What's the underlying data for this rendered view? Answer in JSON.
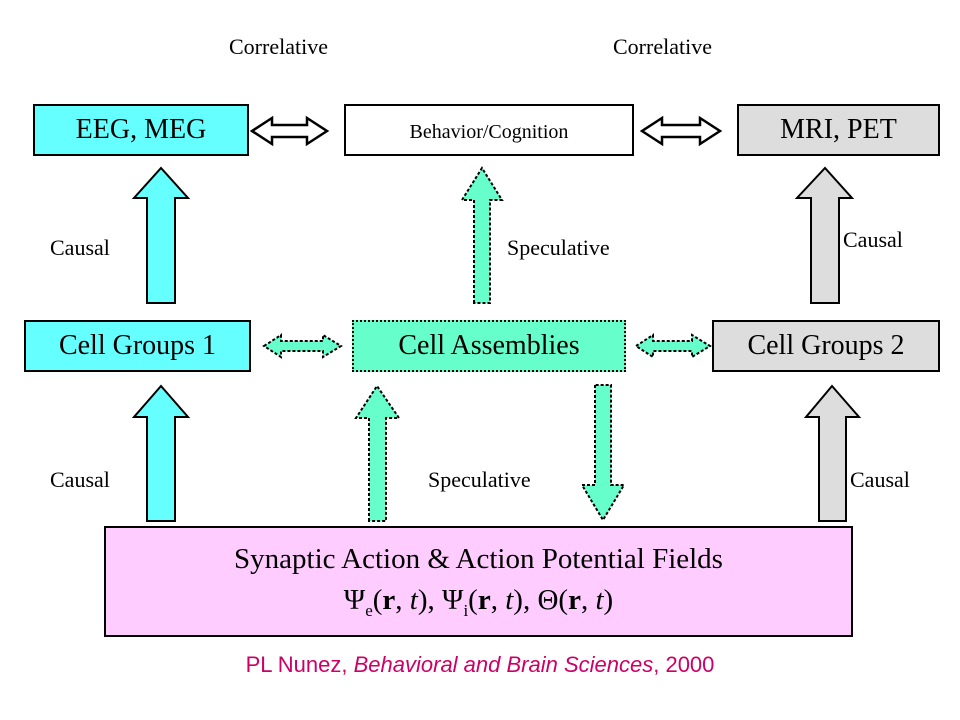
{
  "labels": {
    "correlative_left": "Correlative",
    "correlative_right": "Correlative",
    "causal_top_left": "Causal",
    "speculative_top": "Speculative",
    "causal_top_right": "Causal",
    "causal_bottom_left": "Causal",
    "speculative_bottom": "Speculative",
    "causal_bottom_right": "Causal"
  },
  "boxes": {
    "eeg_meg": "EEG, MEG",
    "behavior": "Behavior/Cognition",
    "mri_pet": "MRI, PET",
    "cell_groups_1": "Cell Groups 1",
    "cell_assemblies": "Cell Assemblies",
    "cell_groups_2": "Cell Groups 2"
  },
  "fields_box": {
    "title": "Synaptic Action & Action Potential Fields",
    "psi": "Ψ",
    "theta": "Θ",
    "sub_e": "e",
    "sub_i": "i",
    "r": "r",
    "t": "t",
    "open_paren": "(",
    "comma_space": ", ",
    "close_comma": "), ",
    "close_paren": ")"
  },
  "citation": {
    "author": "PL Nunez, ",
    "journal": "Behavioral and Brain Sciences",
    "year": ", 2000"
  },
  "colors": {
    "cyan": "#66ffff",
    "mint": "#66ffcc",
    "gray": "#dddddd",
    "pink": "#ffccff",
    "citation": "#cc0066"
  }
}
